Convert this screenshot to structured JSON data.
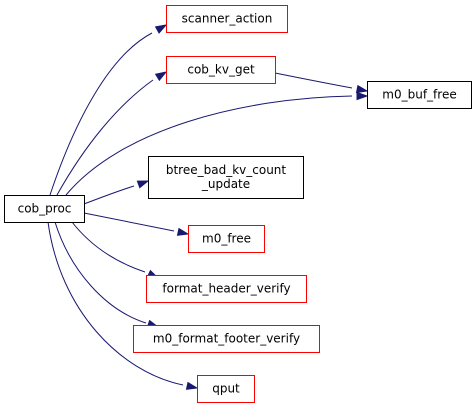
{
  "diagram": {
    "type": "call-graph",
    "colors": {
      "root_fill": "#bfbfbf",
      "root_stroke": "#000000",
      "linked_stroke": "#ff0000",
      "plain_stroke": "#000000",
      "edge": "#191970"
    },
    "nodes": [
      {
        "id": "cob_proc",
        "lines": [
          "cob_proc"
        ],
        "style": "root"
      },
      {
        "id": "scanner_action",
        "lines": [
          "scanner_action"
        ],
        "style": "linked"
      },
      {
        "id": "cob_kv_get",
        "lines": [
          "cob_kv_get"
        ],
        "style": "linked"
      },
      {
        "id": "m0_buf_free",
        "lines": [
          "m0_buf_free"
        ],
        "style": "plain"
      },
      {
        "id": "btree_bad_kv_count_update",
        "lines": [
          "btree_bad_kv_count",
          "_update"
        ],
        "style": "plain"
      },
      {
        "id": "m0_free",
        "lines": [
          "m0_free"
        ],
        "style": "linked"
      },
      {
        "id": "format_header_verify",
        "lines": [
          "format_header_verify"
        ],
        "style": "linked"
      },
      {
        "id": "m0_format_footer_verify",
        "lines": [
          "m0_format_footer_verify"
        ],
        "style": "linked"
      },
      {
        "id": "qput",
        "lines": [
          "qput"
        ],
        "style": "linked"
      }
    ],
    "edges": [
      {
        "from": "cob_proc",
        "to": "scanner_action"
      },
      {
        "from": "cob_proc",
        "to": "cob_kv_get"
      },
      {
        "from": "cob_proc",
        "to": "m0_buf_free"
      },
      {
        "from": "cob_kv_get",
        "to": "m0_buf_free"
      },
      {
        "from": "cob_proc",
        "to": "btree_bad_kv_count_update"
      },
      {
        "from": "cob_proc",
        "to": "m0_free"
      },
      {
        "from": "cob_proc",
        "to": "format_header_verify"
      },
      {
        "from": "cob_proc",
        "to": "m0_format_footer_verify"
      },
      {
        "from": "cob_proc",
        "to": "qput"
      }
    ]
  }
}
